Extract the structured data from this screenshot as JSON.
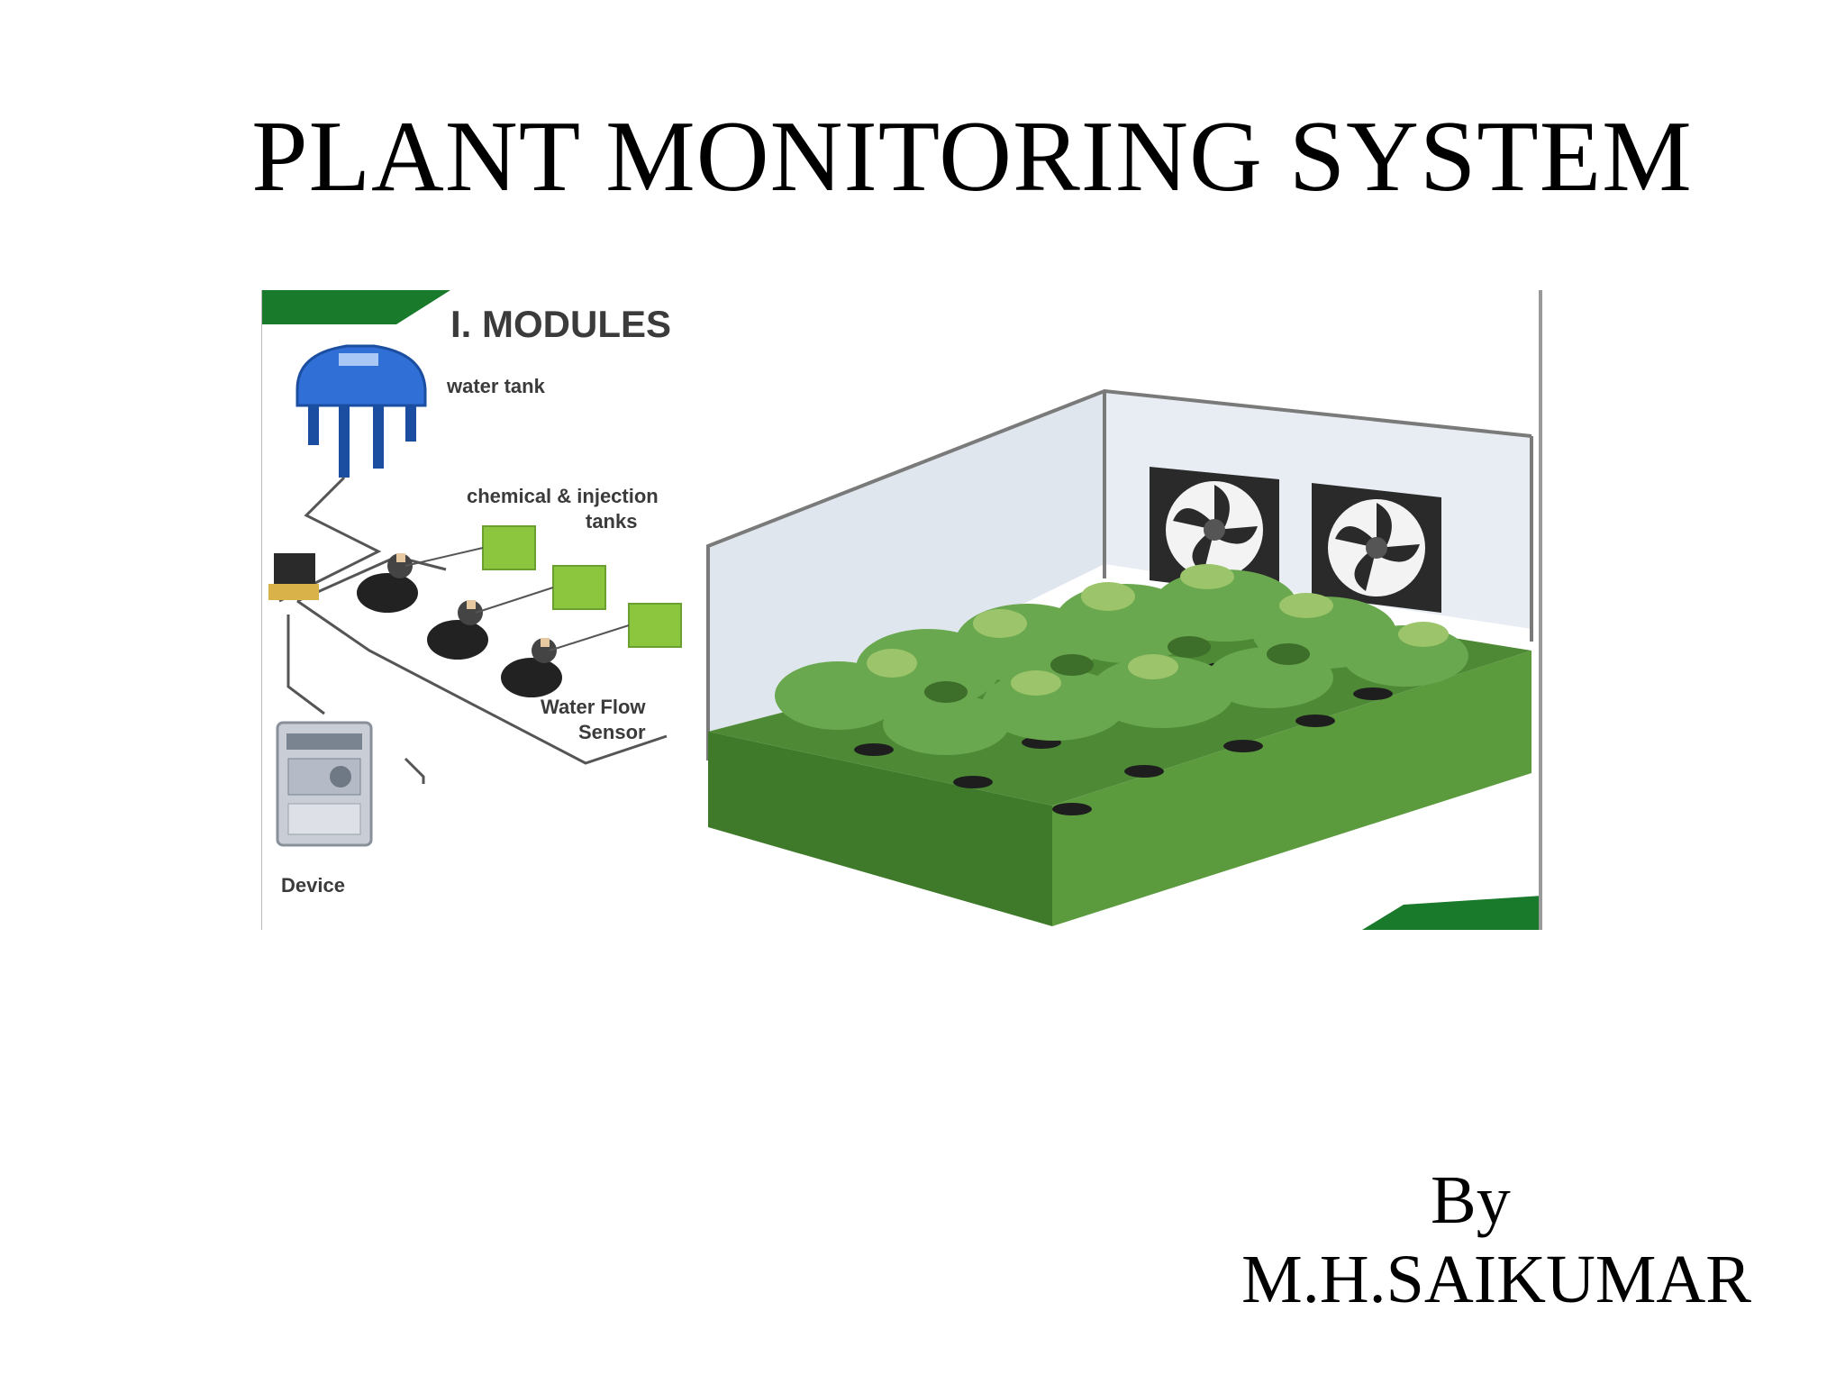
{
  "slide": {
    "title": "PLANT MONITORING SYSTEM",
    "byline_prefix": "By",
    "author": "M.H.SAIKUMAR"
  },
  "figure": {
    "heading": "I. MODULES",
    "labels": {
      "water_tank": "water tank",
      "chemical_tanks_line1": "chemical & injection",
      "chemical_tanks_line2": "tanks",
      "flow_sensor_line1": "Water Flow",
      "flow_sensor_line2": "Sensor",
      "device": "Device"
    },
    "icons": [
      "water-tank-icon",
      "control-box-icon",
      "pump-icon",
      "chemical-tank-icon",
      "controller-device-icon",
      "greenhouse-icon",
      "exhaust-fan-icon",
      "plant-bed-icon"
    ],
    "colors": {
      "accent_green": "#1a7a2c",
      "tank_blue": "#2f6fd6",
      "chem_tank_green": "#8cc63f",
      "bed_green": "#4e8a35",
      "plant_green": "#6aa84f"
    }
  }
}
